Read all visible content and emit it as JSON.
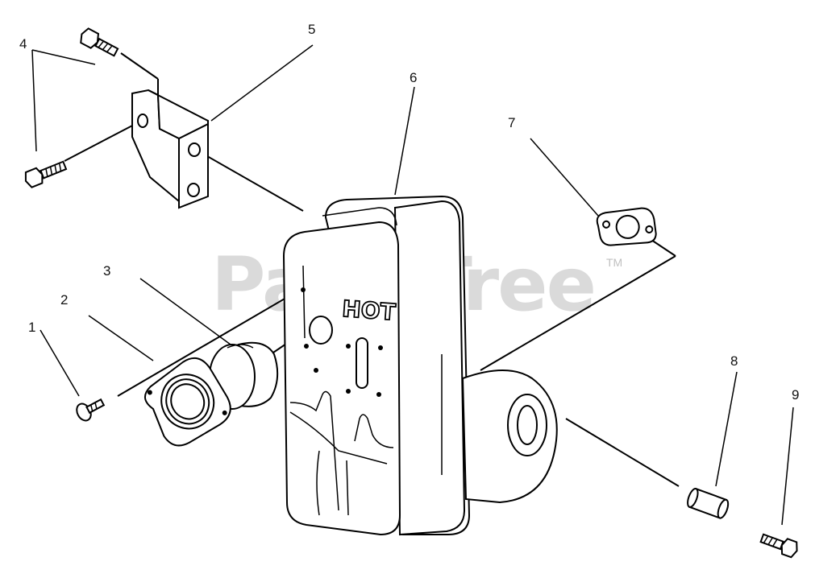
{
  "watermark": {
    "text": "PartsTree",
    "tm": "TM"
  },
  "callouts": [
    "1",
    "2",
    "3",
    "4",
    "5",
    "6",
    "7",
    "8",
    "9"
  ],
  "muffler": {
    "label": "HOT"
  }
}
